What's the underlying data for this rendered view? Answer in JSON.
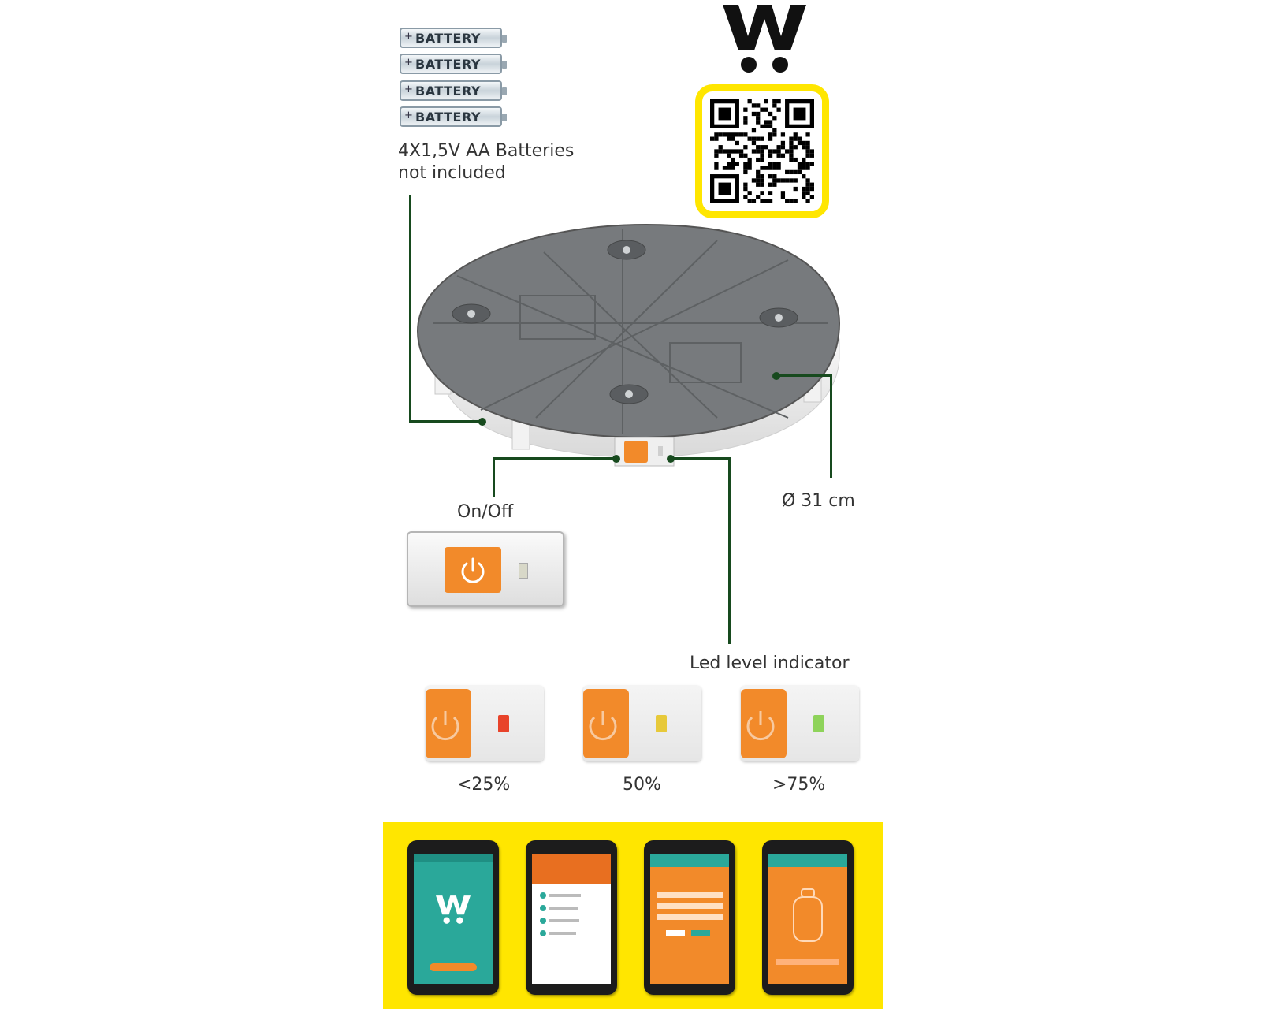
{
  "batteries": {
    "label": "BATTERY",
    "count": 4
  },
  "battery_note": {
    "line1": "4X1,5V AA Batteries",
    "line2": "not included"
  },
  "logo": {
    "icon": "brand-w-logo-icon"
  },
  "qr": {
    "icon": "qr-code-icon",
    "frame_color": "#ffe600"
  },
  "diameter_label": "Ø 31 cm",
  "on_off_label": "On/Off",
  "led_indicator_label": "Led level indicator",
  "levels": [
    {
      "label": "<25%",
      "color": "#e8432a"
    },
    {
      "label": "50%",
      "color": "#e7c93a"
    },
    {
      "label": ">75%",
      "color": "#8ed35a"
    }
  ],
  "colors": {
    "accent_orange": "#f28a2a",
    "brand_yellow": "#ffe600",
    "leader_line": "#174a1e"
  },
  "phones": [
    {
      "name": "app-splash-screen",
      "screen_color": "#2aa89a"
    },
    {
      "name": "app-menu-screen",
      "screen_color": "#ffffff"
    },
    {
      "name": "app-form-screen",
      "screen_color": "#f28a2a"
    },
    {
      "name": "app-gas-level-screen",
      "screen_color": "#f28a2a"
    }
  ]
}
